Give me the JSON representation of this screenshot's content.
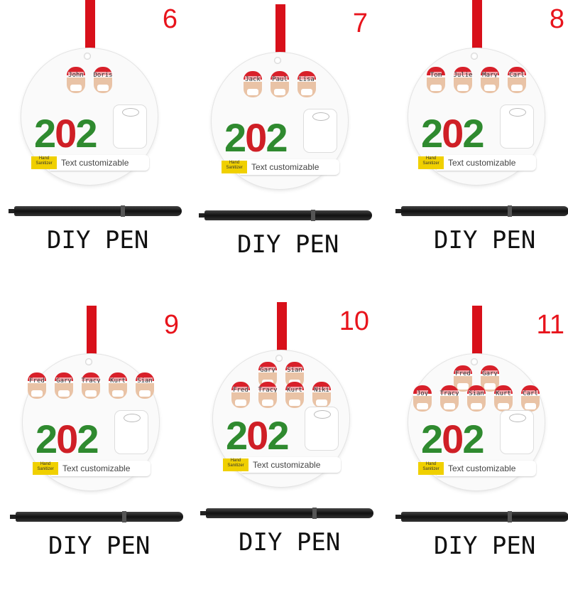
{
  "common": {
    "text": "Text customizable",
    "sanitizer": "Hand Sanitizer",
    "pen_label": "DIY PEN",
    "year_a": "2",
    "year_b": "0",
    "year_c": "2"
  },
  "panels": [
    {
      "number": "6",
      "rows": [
        [
          "John",
          "Doris"
        ]
      ]
    },
    {
      "number": "7",
      "rows": [
        [
          "Jack",
          "Paul",
          "Lisa"
        ]
      ]
    },
    {
      "number": "8",
      "rows": [
        [
          "Tom",
          "Julie",
          "Mary",
          "Carl"
        ]
      ]
    },
    {
      "number": "9",
      "rows": [
        [
          "Fred",
          "Gary",
          "Tracy",
          "Kurt",
          "Sian"
        ]
      ]
    },
    {
      "number": "10",
      "rows": [
        [
          "Gary",
          "Sian"
        ],
        [
          "Fred",
          "Tracy",
          "Kurt",
          "Niki"
        ]
      ]
    },
    {
      "number": "11",
      "rows": [
        [
          "Fred",
          "Gary"
        ],
        [
          "Joy",
          "Tracy",
          "Sian",
          "Kurt",
          "Carl"
        ]
      ]
    }
  ]
}
